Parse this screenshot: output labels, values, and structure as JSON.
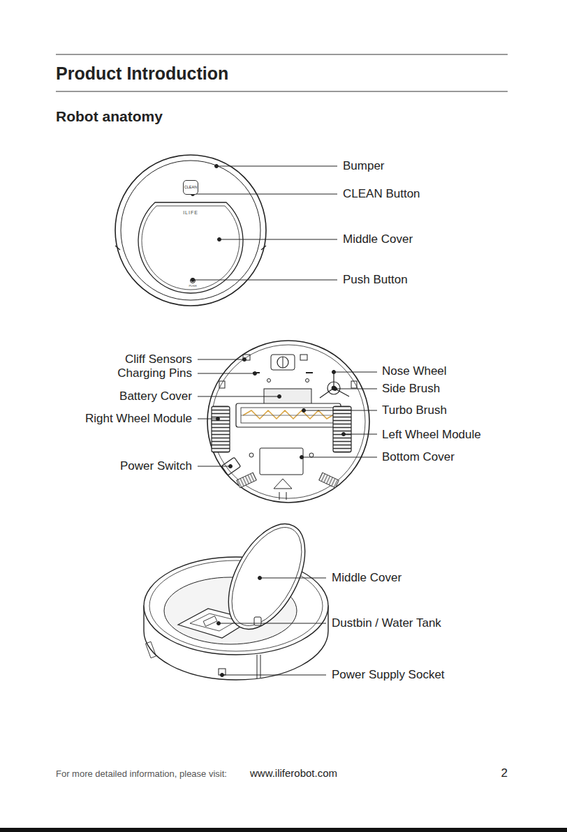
{
  "diagram": {
    "title": "Product Introduction",
    "nodes": [
      {
        "text": [
          "CLEAN"
        ]
      }
    ],
    "labels": [
      "Robot anatomy",
      "Bumper",
      "CLEAN Button",
      "Middle Cover",
      "Push Button",
      "Cliff Sensors",
      "Charging Pins",
      "Battery Cover",
      "Right Wheel Module",
      "Power Switch",
      "Nose Wheel",
      "Side Brush",
      "Turbo Brush",
      "Left Wheel Module",
      "Bottom Cover",
      "Middle Cover",
      "Dustbin / Water Tank",
      "Power Supply Socket",
      "ILIFE",
      "PUSH",
      "For more detailed information, please visit:",
      "www.iliferobot.com",
      "2"
    ]
  }
}
